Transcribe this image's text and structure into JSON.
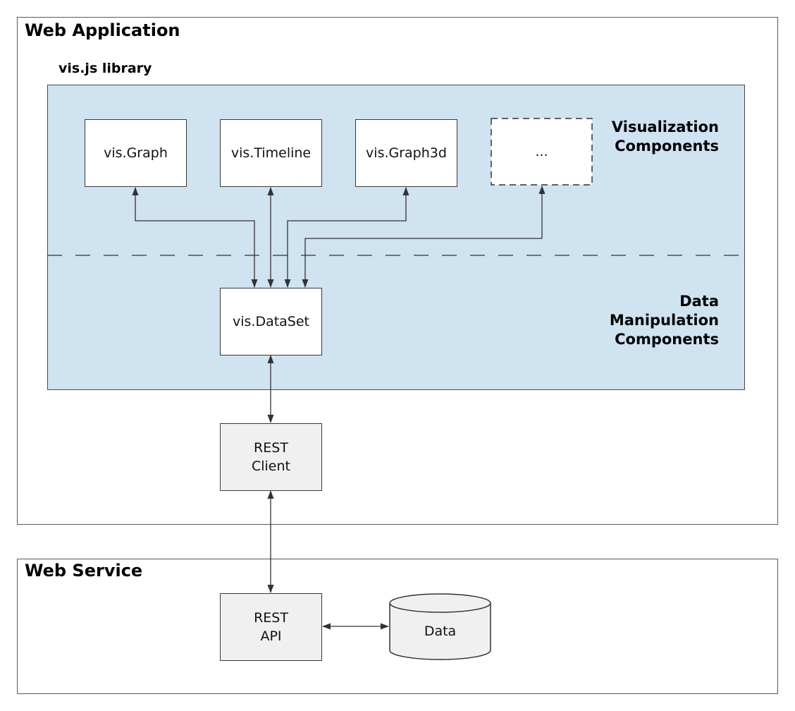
{
  "app": {
    "web_application_title": "Web Application",
    "visjs_library_label": "vis.js library",
    "web_service_title": "Web Service"
  },
  "section_labels": {
    "visualization": "Visualization\nComponents",
    "data_manipulation": "Data\nManipulation\nComponents"
  },
  "components": {
    "vis_graph": "vis.Graph",
    "vis_timeline": "vis.Timeline",
    "vis_graph3d": "vis.Graph3d",
    "more": "...",
    "vis_dataset": "vis.DataSet",
    "rest_client": "REST\nClient",
    "rest_api": "REST\nAPI",
    "data_store": "Data"
  },
  "colors": {
    "panel_blue": "#cfe3f1",
    "node_gray": "#f0f0f0",
    "line": "#333333"
  }
}
